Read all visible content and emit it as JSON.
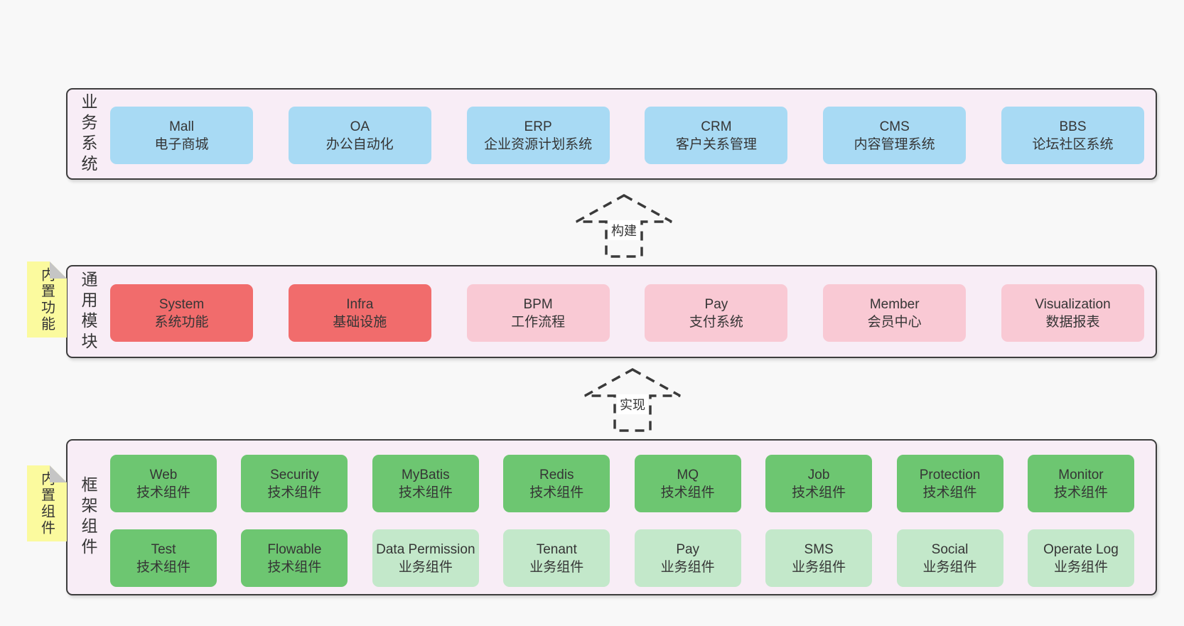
{
  "colors": {
    "canvas_bg": "#f8f8f8",
    "layer_bg": "#f8edf6",
    "layer_border": "#3d3d3d",
    "blue": "#a8daf4",
    "red": "#f16c6c",
    "pink": "#f9c9d4",
    "green": "#6dc671",
    "light_green": "#c3e8ca",
    "sticky_yellow": "#fbfa9e",
    "sticky_fold": "#c5c5c5",
    "text": "#353535",
    "arrow": "#3a3a3a",
    "arrow_label_bg": "#ffffff"
  },
  "layers": [
    {
      "label": "业务系统",
      "boxes": [
        {
          "title": "Mall",
          "subtitle": "电子商城"
        },
        {
          "title": "OA",
          "subtitle": "办公自动化"
        },
        {
          "title": "ERP",
          "subtitle": "企业资源计划系统"
        },
        {
          "title": "CRM",
          "subtitle": "客户关系管理"
        },
        {
          "title": "CMS",
          "subtitle": "内容管理系统"
        },
        {
          "title": "BBS",
          "subtitle": "论坛社区系统"
        }
      ]
    },
    {
      "label": "通用模块",
      "note": "内置功能",
      "boxes": [
        {
          "title": "System",
          "subtitle": "系统功能"
        },
        {
          "title": "Infra",
          "subtitle": "基础设施"
        },
        {
          "title": "BPM",
          "subtitle": "工作流程"
        },
        {
          "title": "Pay",
          "subtitle": "支付系统"
        },
        {
          "title": "Member",
          "subtitle": "会员中心"
        },
        {
          "title": "Visualization",
          "subtitle": "数据报表"
        }
      ]
    },
    {
      "label": "框架组件",
      "note": "内置组件",
      "rows": [
        [
          {
            "title": "Web",
            "subtitle": "技术组件"
          },
          {
            "title": "Security",
            "subtitle": "技术组件"
          },
          {
            "title": "MyBatis",
            "subtitle": "技术组件"
          },
          {
            "title": "Redis",
            "subtitle": "技术组件"
          },
          {
            "title": "MQ",
            "subtitle": "技术组件"
          },
          {
            "title": "Job",
            "subtitle": "技术组件"
          },
          {
            "title": "Protection",
            "subtitle": "技术组件"
          },
          {
            "title": "Monitor",
            "subtitle": "技术组件"
          }
        ],
        [
          {
            "title": "Test",
            "subtitle": "技术组件"
          },
          {
            "title": "Flowable",
            "subtitle": "技术组件"
          },
          {
            "title": "Data Permission",
            "subtitle": "业务组件"
          },
          {
            "title": "Tenant",
            "subtitle": "业务组件"
          },
          {
            "title": "Pay",
            "subtitle": "业务组件"
          },
          {
            "title": "SMS",
            "subtitle": "业务组件"
          },
          {
            "title": "Social",
            "subtitle": "业务组件"
          },
          {
            "title": "Operate Log",
            "subtitle": "业务组件"
          }
        ]
      ]
    }
  ],
  "arrows": [
    {
      "label": "构建"
    },
    {
      "label": "实现"
    }
  ]
}
